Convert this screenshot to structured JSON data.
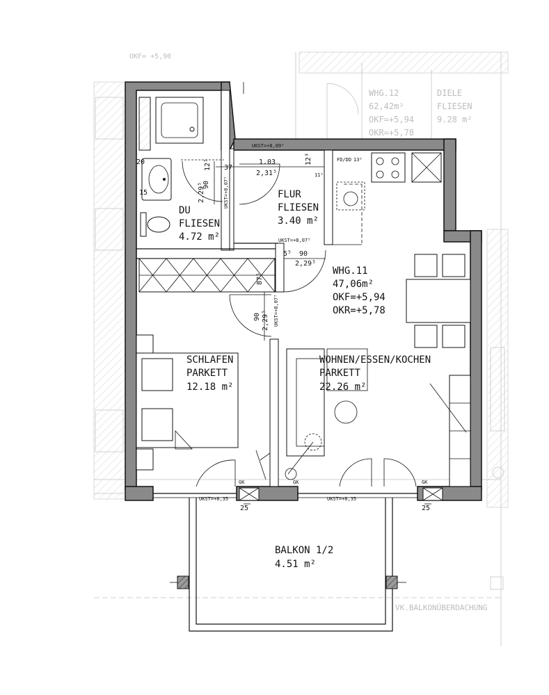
{
  "rooms": {
    "du": {
      "name": "DU",
      "floor": "FLIESEN",
      "area": "4.72 m²"
    },
    "flur": {
      "name": "FLUR",
      "floor": "FLIESEN",
      "area": "3.40 m²"
    },
    "whg": {
      "name": "WHG.11",
      "area": "47,06m²",
      "okf": "OKF=+5,94",
      "okr": "OKR=+5,78"
    },
    "schlafen": {
      "name": "SCHLAFEN",
      "floor": "PARKETT",
      "area": "12.18 m²"
    },
    "wohnen": {
      "name": "WOHNEN/ESSEN/KOCHEN",
      "floor": "PARKETT",
      "area": "22.26 m²"
    },
    "balkon": {
      "name": "BALKON 1/2",
      "area": "4.51 m²"
    }
  },
  "neighbor": {
    "whg": "WHG.12",
    "area": "62,42m²",
    "okf": "OKF=+5,94",
    "okr": "OKR=+5,78",
    "diele": "DIELE",
    "diele_floor": "FLIESEN",
    "diele_area": "9.28 m²",
    "okf_top": "OKF= +5,90"
  },
  "dims": {
    "d103": "1.03",
    "d231": "2,31⁵",
    "d90a": "90",
    "d125": "12⁵",
    "d2295a": "2,29⁵",
    "d37": "37",
    "d90b": "90",
    "d55": "5⁵",
    "d2295b": "2,29⁵",
    "d875": "87⁵",
    "d90c": "90",
    "d2295c": "2,29⁵",
    "d25a": "25",
    "d25b": "25",
    "d20": "20",
    "d15": "15",
    "d123": "12³",
    "d135": "13⁵",
    "d115": "11⁵"
  },
  "notes": {
    "ukst_top": "UKST=+8,09⁵",
    "ukst_flur": "UKST=+8,07⁵",
    "ukst_du": "UKST=+8,07⁵",
    "ukst_wall": "UKST=+8,07⁵",
    "ukst_bottom1": "UKST=+8,35",
    "ukst_bottom2": "UKST=+8,35",
    "fd": "FD/DD",
    "gk1": "GK",
    "gk2": "GK",
    "gk3": "GK",
    "balkon_roof": "VK.BALKONÜBERDACHUNG"
  }
}
